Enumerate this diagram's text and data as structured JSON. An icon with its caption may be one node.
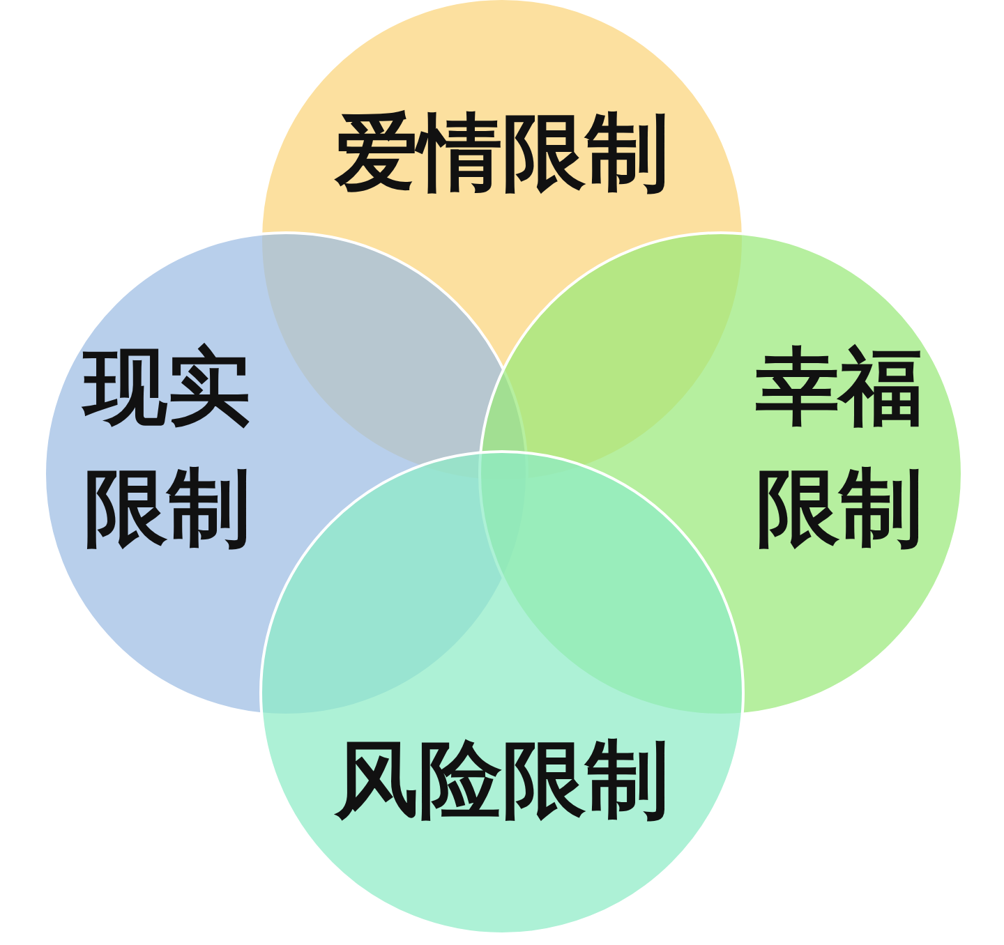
{
  "diagram": {
    "nodes": [
      {
        "text": [
          "爱情限制"
        ]
      },
      {
        "text": [
          "现实限制"
        ]
      },
      {
        "text": [
          "幸福限制"
        ]
      },
      {
        "text": [
          "风险限制"
        ]
      }
    ]
  }
}
